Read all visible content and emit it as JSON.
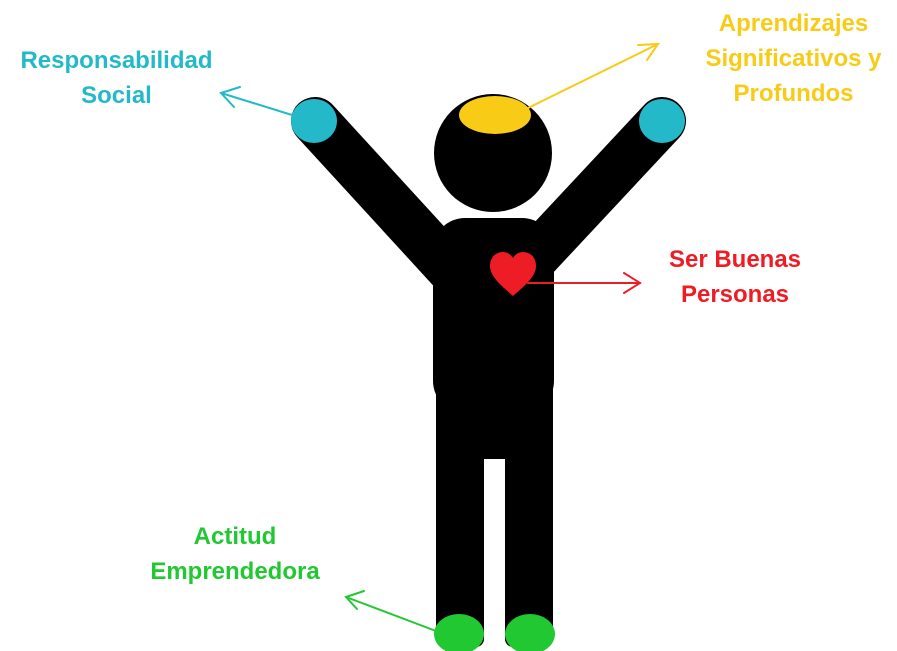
{
  "labels": {
    "responsabilidad": {
      "lines": [
        "Responsabilidad",
        "Social"
      ],
      "color": "#23b9c8"
    },
    "aprendizajes": {
      "lines": [
        "Aprendizajes",
        "Significativos y",
        "Profundos"
      ],
      "color": "#f7cb16"
    },
    "ser_buenas": {
      "lines": [
        "Ser Buenas",
        "Personas"
      ],
      "color": "#ee1c24"
    },
    "actitud": {
      "lines": [
        "Actitud",
        "Emprendedora"
      ],
      "color": "#21c832"
    }
  },
  "colors": {
    "figure": "#000000",
    "hands": "#23b9c8",
    "head_spot": "#f7cb16",
    "heart": "#ee1c24",
    "feet": "#21c832"
  },
  "icons": {
    "heart": "heart-icon"
  }
}
